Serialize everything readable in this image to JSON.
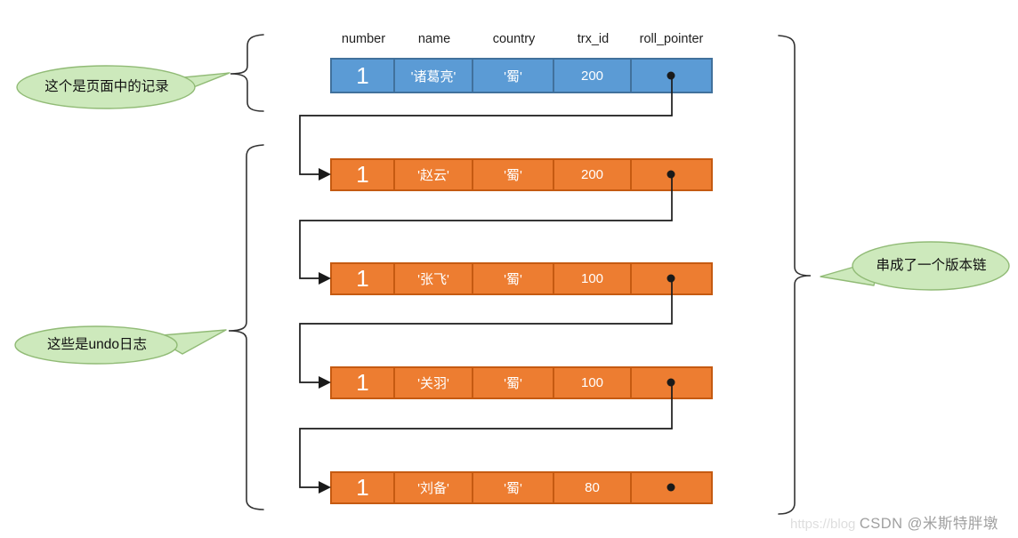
{
  "diagram": {
    "headers": [
      "number",
      "name",
      "country",
      "trx_id",
      "roll_pointer"
    ],
    "rows": [
      {
        "kind": "page-record",
        "number": "1",
        "name": "'诸葛亮'",
        "country": "'蜀'",
        "trx_id": "200",
        "roll_pointer": "●"
      },
      {
        "kind": "undo-log",
        "number": "1",
        "name": "'赵云'",
        "country": "'蜀'",
        "trx_id": "200",
        "roll_pointer": "●"
      },
      {
        "kind": "undo-log",
        "number": "1",
        "name": "'张飞'",
        "country": "'蜀'",
        "trx_id": "100",
        "roll_pointer": "●"
      },
      {
        "kind": "undo-log",
        "number": "1",
        "name": "'关羽'",
        "country": "'蜀'",
        "trx_id": "100",
        "roll_pointer": "●"
      },
      {
        "kind": "undo-log",
        "number": "1",
        "name": "'刘备'",
        "country": "'蜀'",
        "trx_id": "80",
        "roll_pointer": "●"
      }
    ],
    "callouts": {
      "page_record": "这个是页面中的记录",
      "undo_logs": "这些是undo日志",
      "version_chain": "串成了一个版本链"
    },
    "watermark": {
      "faint": "https://blog",
      "text": "CSDN @米斯特胖墩"
    },
    "colors": {
      "page_record_fill": "#5b9bd5",
      "page_record_border": "#41719c",
      "undo_log_fill": "#ed7d31",
      "undo_log_border": "#c55a11",
      "callout_fill": "#cde9bc",
      "callout_border": "#91bb76",
      "brace": "#333333",
      "connector": "#1a1a1a"
    }
  }
}
